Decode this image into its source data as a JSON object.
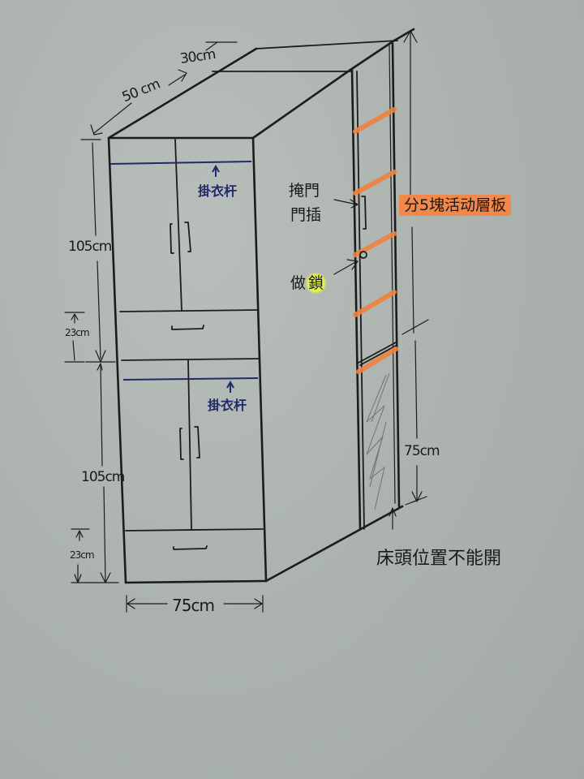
{
  "drawing": {
    "subject": "wardrobe design sketch",
    "colors": {
      "paper": "#adb4b0",
      "ink": "#1c1c1c",
      "rod_ink": "#1f2a6b",
      "shelf_highlight": "#f0813f",
      "lock_highlight": "#e4f542"
    }
  },
  "dimensions": {
    "depth_total": "50 cm",
    "depth_side": "30cm",
    "upper_height": "105cm",
    "upper_drawer_height": "23cm",
    "lower_height": "105cm",
    "lower_drawer_height": "23cm",
    "width": "75cm",
    "side_lower_height": "75cm"
  },
  "annotations": {
    "upper_rod": "掛衣杆",
    "lower_rod": "掛衣杆",
    "door_latch_line1": "掩門",
    "door_latch_line2": "門插",
    "lock_prefix": "做",
    "lock_highlighted": "鎖",
    "shelves": "分5塊活动層板",
    "bedside_note": "床頭位置不能開"
  },
  "side_cabinet": {
    "shelf_count": 5
  }
}
